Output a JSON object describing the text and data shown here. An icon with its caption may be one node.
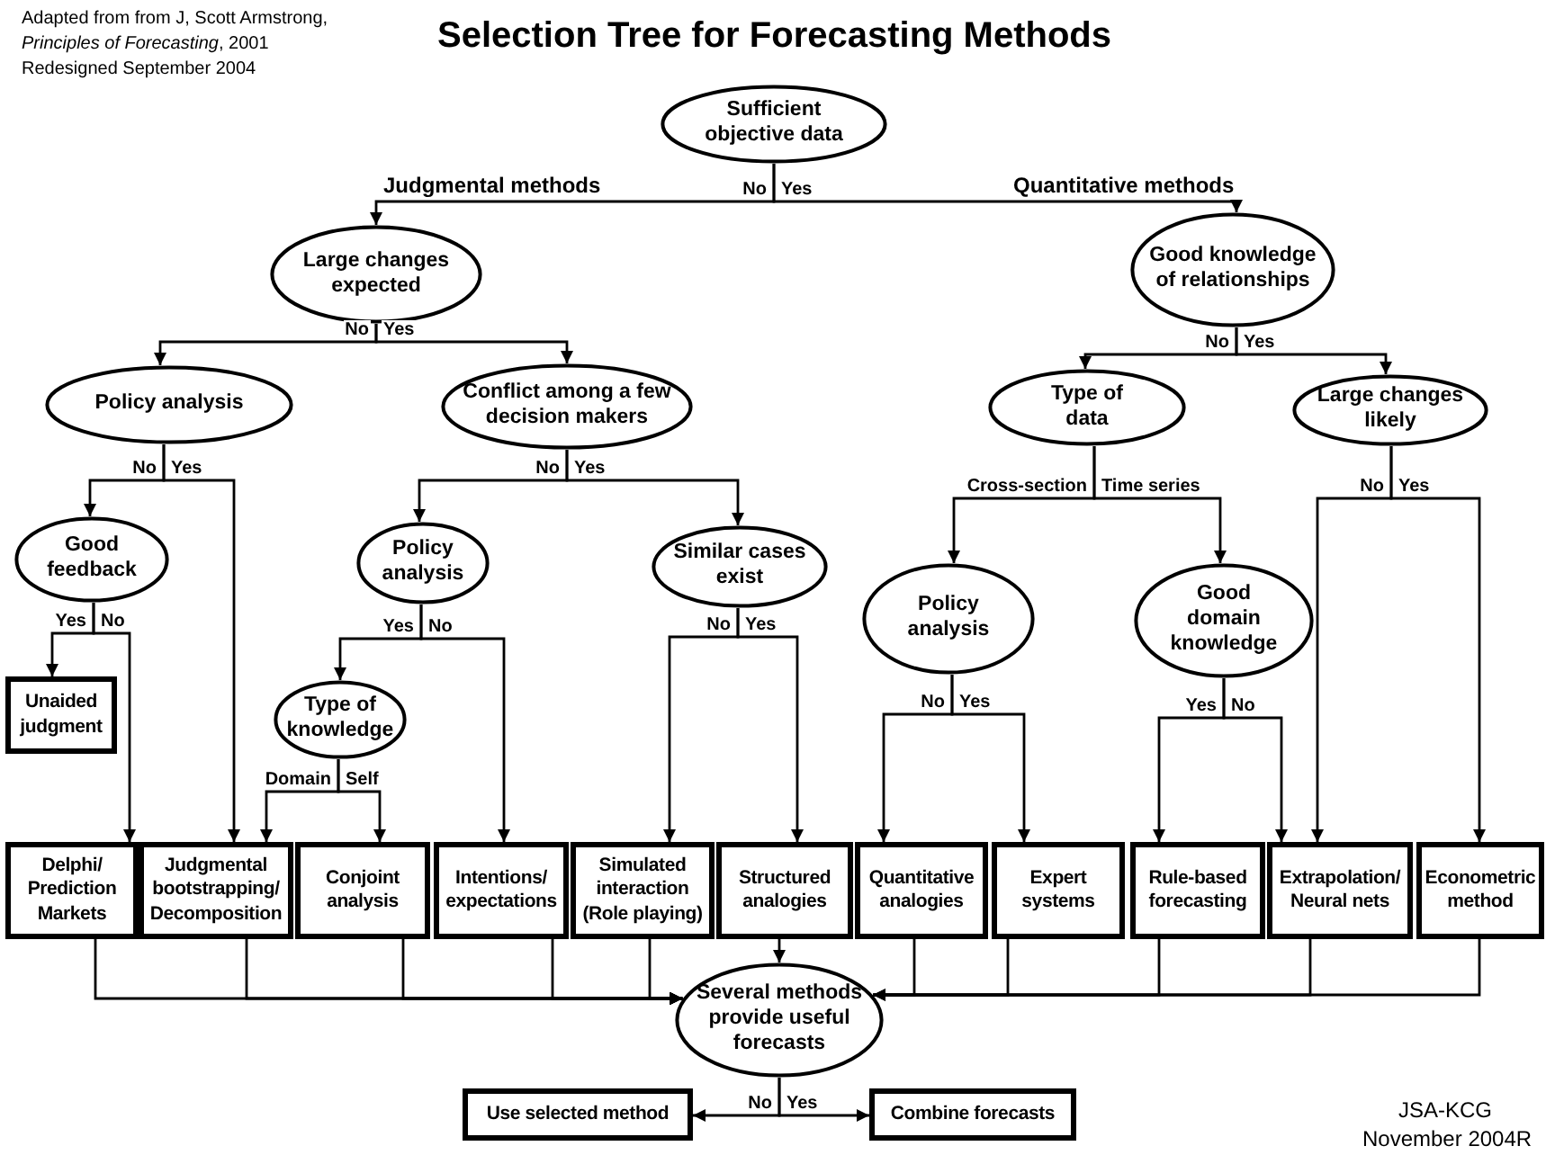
{
  "diagram": {
    "title": "Selection Tree for Forecasting Methods",
    "nodes": [
      {
        "text": [
          "Sufficient objective data"
        ]
      },
      {
        "text": [
          "Large changes expected"
        ]
      },
      {
        "text": [
          "Good knowledge of relationships"
        ]
      },
      {
        "text": [
          "Policy analysis"
        ]
      },
      {
        "text": [
          "Conflict among a few decision makers"
        ]
      },
      {
        "text": [
          "Type of data"
        ]
      },
      {
        "text": [
          "Large changes likely"
        ]
      },
      {
        "text": [
          "Good feedback"
        ]
      },
      {
        "text": [
          "Policy analysis"
        ]
      },
      {
        "text": [
          "Similar cases exist"
        ]
      },
      {
        "text": [
          "Policy analysis"
        ]
      },
      {
        "text": [
          "Good domain knowledge"
        ]
      },
      {
        "text": [
          "Unaided judgment"
        ]
      },
      {
        "text": [
          "Type of knowledge"
        ]
      },
      {
        "text": [
          "Delphi/ Prediction Markets"
        ]
      },
      {
        "text": [
          "Judgmental bootstrapping/ Decomposition"
        ]
      },
      {
        "text": [
          "Conjoint analysis"
        ]
      },
      {
        "text": [
          "Intentions/ expectations"
        ]
      },
      {
        "text": [
          "Simulated interaction (Role playing)"
        ]
      },
      {
        "text": [
          "Structured analogies"
        ]
      },
      {
        "text": [
          "Quantitative analogies"
        ]
      },
      {
        "text": [
          "Expert systems"
        ]
      },
      {
        "text": [
          "Rule-based forecasting"
        ]
      },
      {
        "text": [
          "Extrapolation/ Neural nets"
        ]
      },
      {
        "text": [
          "Econometric method"
        ]
      },
      {
        "text": [
          "Several methods provide useful forecasts"
        ]
      },
      {
        "text": [
          "Use selected method"
        ]
      },
      {
        "text": [
          "Combine forecasts"
        ]
      }
    ],
    "edges": [
      {
        "from": 0,
        "to": 1,
        "arrow": "to",
        "label": "No"
      },
      {
        "from": 0,
        "to": 2,
        "arrow": "to",
        "label": "Yes"
      },
      {
        "from": 1,
        "to": 3,
        "arrow": "to",
        "label": "No"
      },
      {
        "from": 1,
        "to": 4,
        "arrow": "to",
        "label": "Yes"
      },
      {
        "from": 2,
        "to": 5,
        "arrow": "to",
        "label": "No"
      },
      {
        "from": 2,
        "to": 6,
        "arrow": "to",
        "label": "Yes"
      },
      {
        "from": 3,
        "to": 7,
        "arrow": "to",
        "label": "No"
      },
      {
        "from": 3,
        "to": 15,
        "arrow": "to",
        "label": "Yes"
      },
      {
        "from": 4,
        "to": 8,
        "arrow": "to",
        "label": "No"
      },
      {
        "from": 4,
        "to": 9,
        "arrow": "to",
        "label": "Yes"
      },
      {
        "from": 5,
        "to": 10,
        "arrow": "to",
        "label": "Cross-section"
      },
      {
        "from": 5,
        "to": 11,
        "arrow": "to",
        "label": "Time series"
      },
      {
        "from": 6,
        "to": 23,
        "arrow": "to",
        "label": "No"
      },
      {
        "from": 6,
        "to": 24,
        "arrow": "to",
        "label": "Yes"
      },
      {
        "from": 7,
        "to": 12,
        "arrow": "to",
        "label": "Yes"
      },
      {
        "from": 7,
        "to": 14,
        "arrow": "to",
        "label": "No"
      },
      {
        "from": 8,
        "to": 13,
        "arrow": "to",
        "label": "Yes"
      },
      {
        "from": 8,
        "to": 17,
        "arrow": "to",
        "label": "No"
      },
      {
        "from": 9,
        "to": 18,
        "arrow": "to",
        "label": "No"
      },
      {
        "from": 9,
        "to": 19,
        "arrow": "to",
        "label": "Yes"
      },
      {
        "from": 10,
        "to": 20,
        "arrow": "to",
        "label": "No"
      },
      {
        "from": 10,
        "to": 21,
        "arrow": "to",
        "label": "Yes"
      },
      {
        "from": 11,
        "to": 22,
        "arrow": "to",
        "label": "Yes"
      },
      {
        "from": 11,
        "to": 23,
        "arrow": "to",
        "label": "No"
      },
      {
        "from": 13,
        "to": 15,
        "arrow": "to",
        "label": "Domain"
      },
      {
        "from": 13,
        "to": 16,
        "arrow": "to",
        "label": "Self"
      },
      {
        "from": 14,
        "to": 25,
        "arrow": "to"
      },
      {
        "from": 15,
        "to": 25,
        "arrow": "to"
      },
      {
        "from": 16,
        "to": 25,
        "arrow": "to"
      },
      {
        "from": 17,
        "to": 25,
        "arrow": "to"
      },
      {
        "from": 18,
        "to": 25,
        "arrow": "to"
      },
      {
        "from": 19,
        "to": 25,
        "arrow": "to"
      },
      {
        "from": 20,
        "to": 25,
        "arrow": "to"
      },
      {
        "from": 21,
        "to": 25,
        "arrow": "to"
      },
      {
        "from": 22,
        "to": 25,
        "arrow": "to"
      },
      {
        "from": 23,
        "to": 25,
        "arrow": "to"
      },
      {
        "from": 24,
        "to": 25,
        "arrow": "to"
      },
      {
        "from": 25,
        "to": 26,
        "arrow": "to",
        "label": "No"
      },
      {
        "from": 25,
        "to": 27,
        "arrow": "to",
        "label": "Yes"
      }
    ],
    "labels": [
      "Adapted from from J, Scott Armstrong,",
      "*Principles of Forecasting*, 2001",
      "Redesigned September 2004",
      "Judgmental methods",
      "Quantitative methods",
      "JSA-KCG",
      "November 2004R"
    ]
  }
}
